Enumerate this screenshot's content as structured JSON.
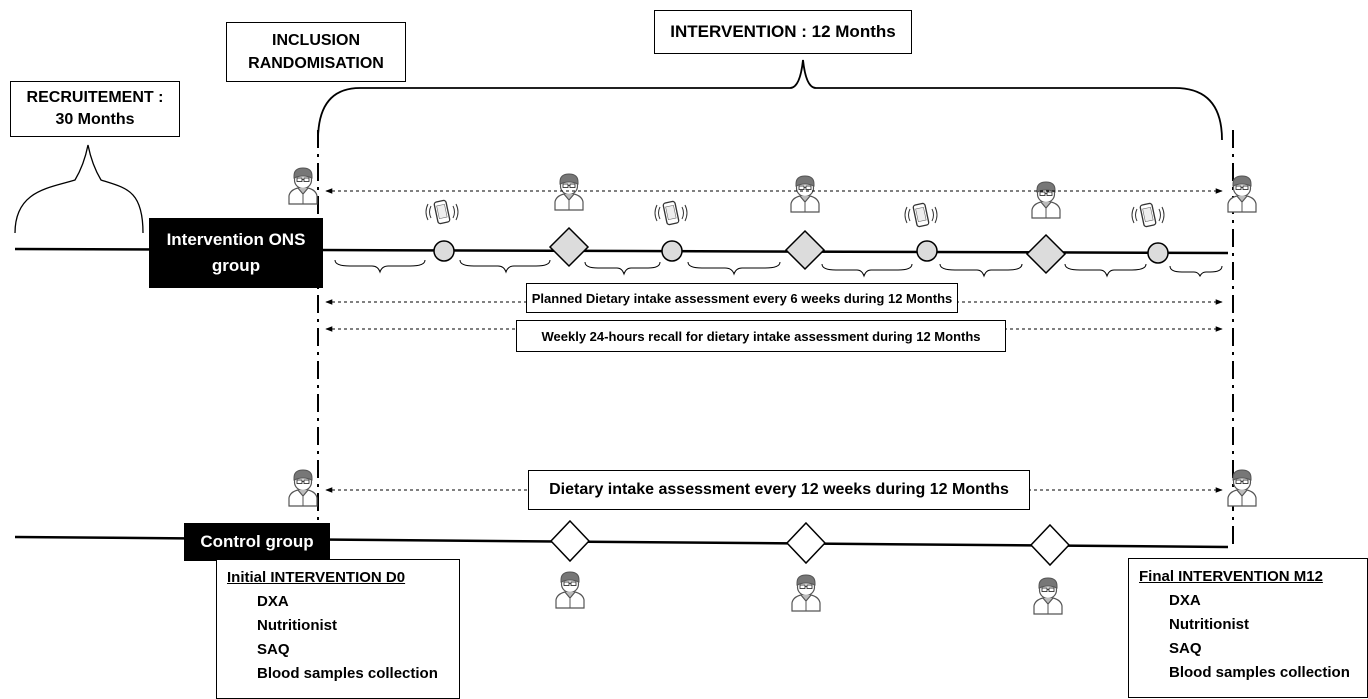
{
  "labels": {
    "recruitement_line1": "RECRUITEMENT :",
    "recruitement_line2": "30 Months",
    "inclusion_line1": "INCLUSION",
    "inclusion_line2": "RANDOMISATION",
    "intervention": "INTERVENTION : 12 Months",
    "ons_group_line1": "Intervention ONS",
    "ons_group_line2": "group",
    "control_group": "Control group",
    "planned_dietary": "Planned Dietary intake assessment every 6 weeks during 12 Months",
    "weekly_recall": "Weekly 24-hours recall for dietary intake assessment during 12 Months",
    "control_dietary": "Dietary intake assessment every 12 weeks during 12 Months"
  },
  "initial": {
    "title": "Initial INTERVENTION D0",
    "items": [
      "DXA",
      "Nutritionist",
      "SAQ",
      "Blood samples collection"
    ]
  },
  "final": {
    "title": "Final INTERVENTION M12",
    "items": [
      "DXA",
      "Nutritionist",
      "SAQ",
      "Blood samples collection"
    ]
  },
  "colors": {
    "line": "#000000",
    "marker_fill": "#dcdcdc",
    "label_fill": "#000000",
    "label_text": "#ffffff"
  },
  "icons": {
    "person": "person-icon",
    "phone": "phone-icon",
    "visit_marker": "diamond-marker",
    "call_marker": "circle-marker"
  }
}
